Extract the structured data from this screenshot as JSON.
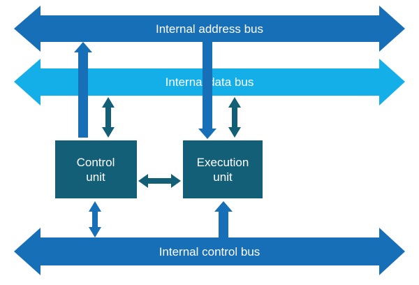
{
  "buses": {
    "address": {
      "label": "Internal address bus"
    },
    "data": {
      "label": "Internal data bus"
    },
    "control": {
      "label": "Internal control bus"
    }
  },
  "units": {
    "control": {
      "line1": "Control",
      "line2": "unit"
    },
    "execution": {
      "line1": "Execution",
      "line2": "unit"
    }
  },
  "colors": {
    "address_bus": "#176fb8",
    "data_bus": "#14aee8",
    "control_bus": "#176fb8",
    "unit_box": "#135f78",
    "connector_blue": "#176fb8",
    "connector_teal": "#135f78"
  }
}
